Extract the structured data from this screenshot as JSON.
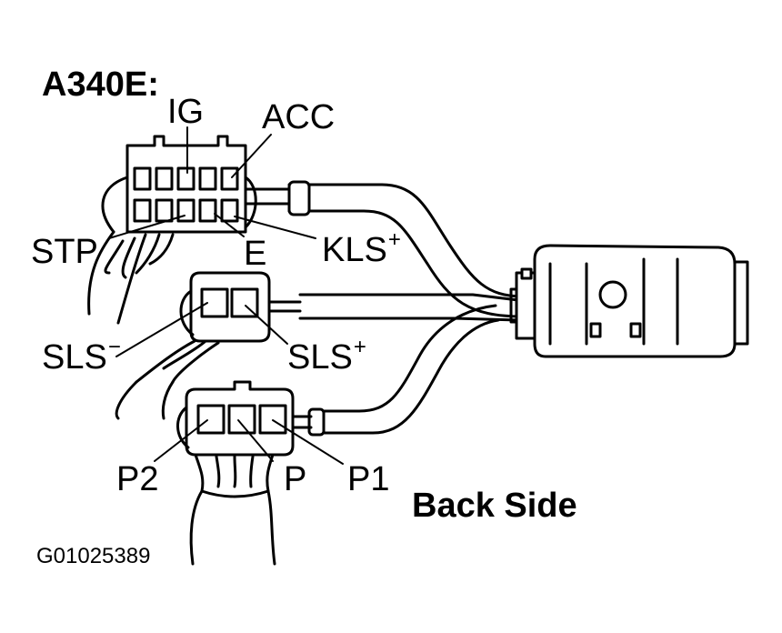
{
  "title": "A340E:",
  "subtitle": "Back Side",
  "figure_code": "G01025389",
  "terminals": {
    "ig": {
      "text": "IG",
      "sign": ""
    },
    "acc": {
      "text": "ACC",
      "sign": ""
    },
    "stp": {
      "text": "STP",
      "sign": ""
    },
    "e": {
      "text": "E",
      "sign": ""
    },
    "kls_plus": {
      "text": "KLS",
      "sign": "+"
    },
    "sls_minus": {
      "text": "SLS",
      "sign": "−"
    },
    "sls_plus": {
      "text": "SLS",
      "sign": "+"
    },
    "p2": {
      "text": "P2",
      "sign": ""
    },
    "p": {
      "text": "P",
      "sign": ""
    },
    "p1": {
      "text": "P1",
      "sign": ""
    }
  },
  "colors": {
    "ink": "#000000",
    "paper": "#ffffff"
  }
}
